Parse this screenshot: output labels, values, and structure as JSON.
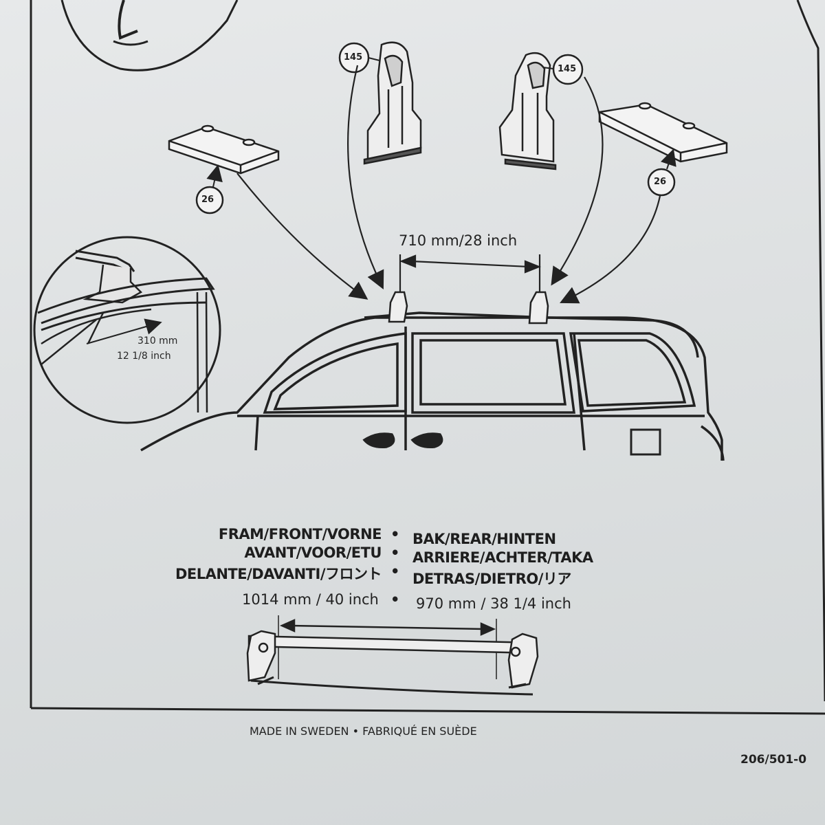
{
  "part_numbers": {
    "foot_pad_left": "26",
    "foot_left": "145",
    "foot_right": "145",
    "foot_pad_right": "26"
  },
  "dimensions": {
    "foot_spacing": "710 mm/28 inch",
    "inset_mm": "310 mm",
    "inset_inch": "12 1/8 inch",
    "front_length": "1014 mm / 40 inch",
    "rear_length": "970 mm / 38 1/4 inch",
    "separator": "•"
  },
  "labels": {
    "front_line1": "FRAM/FRONT/VORNE",
    "front_line2": "AVANT/VOOR/ETU",
    "front_line3": "DELANTE/DAVANTI/フロント",
    "rear_line1": "BAK/REAR/HINTEN",
    "rear_line2": "ARRIERE/ACHTER/TAKA",
    "rear_line3": "DETRAS/DIETRO/リア"
  },
  "footer": {
    "origin": "MADE IN SWEDEN • FABRIQUÉ EN SUÈDE",
    "doc_number": "206/501-0"
  }
}
